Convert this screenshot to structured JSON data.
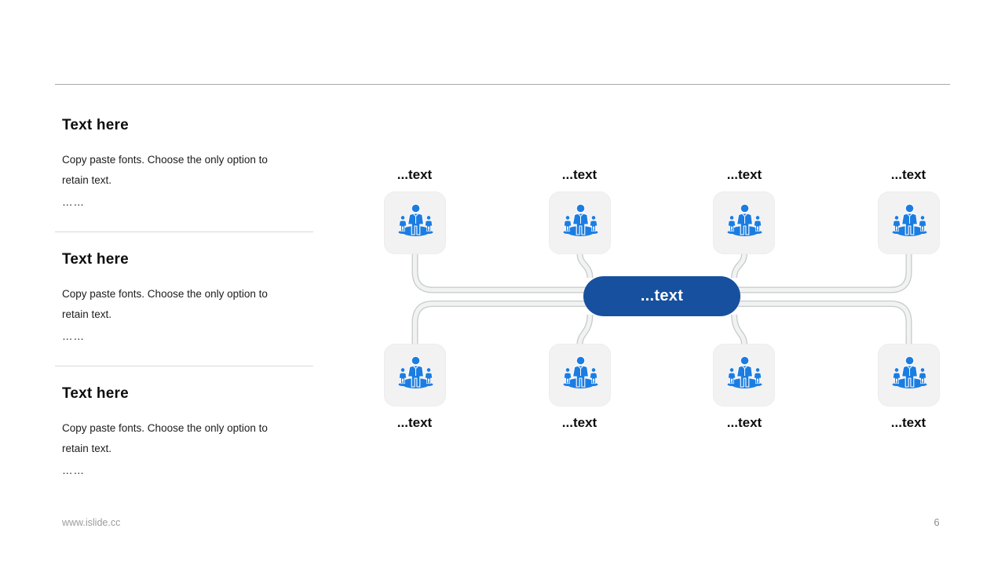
{
  "slide": {
    "footer": {
      "url": "www.islide.cc",
      "page_number": "6"
    }
  },
  "left_panel": {
    "sections": [
      {
        "title": "Text here",
        "body": "Copy paste fonts. Choose the only option to retain text.",
        "more": "……"
      },
      {
        "title": "Text here",
        "body": "Copy paste fonts. Choose the only option to retain text.",
        "more": "……"
      },
      {
        "title": "Text here",
        "body": "Copy paste fonts. Choose the only option to retain text.",
        "more": "……"
      }
    ]
  },
  "diagram": {
    "center": {
      "label": "...text"
    },
    "top_nodes": [
      {
        "label": "...text",
        "icon": "team-people-icon"
      },
      {
        "label": "...text",
        "icon": "team-people-icon"
      },
      {
        "label": "...text",
        "icon": "team-people-icon"
      },
      {
        "label": "...text",
        "icon": "team-people-icon"
      }
    ],
    "bottom_nodes": [
      {
        "label": "...text",
        "icon": "team-people-icon"
      },
      {
        "label": "...text",
        "icon": "team-people-icon"
      },
      {
        "label": "...text",
        "icon": "team-people-icon"
      },
      {
        "label": "...text",
        "icon": "team-people-icon"
      }
    ],
    "colors": {
      "center_fill": "#17509E",
      "icon_blue": "#1B7DE2",
      "node_background": "#F2F2F3",
      "connector_gray": "#C8CACB"
    }
  }
}
